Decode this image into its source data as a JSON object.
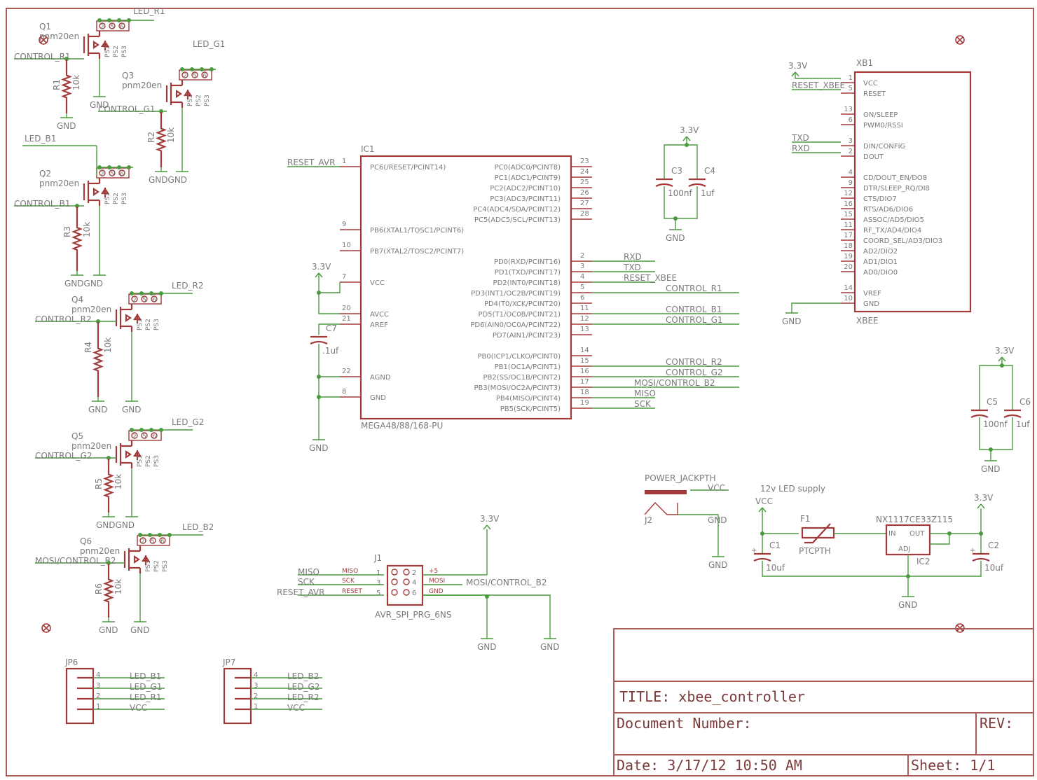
{
  "title_block": {
    "title": "TITLE: xbee_controller",
    "document_number": "Document Number:",
    "rev": "REV:",
    "date": "Date: 3/17/12 10:50 AM",
    "sheet": "Sheet: 1/1"
  },
  "mosfets": [
    {
      "ref": "Q1",
      "value": "pnm20en",
      "ctrl": "CONTROL_R1",
      "led": "LED_R1",
      "res": "R1",
      "rval": "10k"
    },
    {
      "ref": "Q3",
      "value": "pnm20en",
      "ctrl": "CONTROL_G1",
      "led": "LED_G1",
      "res": "R2",
      "rval": "10k"
    },
    {
      "ref": "Q2",
      "value": "pnm20en",
      "ctrl": "CONTROL_B1",
      "led": "LED_B1",
      "res": "R3",
      "rval": "10k"
    },
    {
      "ref": "Q4",
      "value": "pnm20en",
      "ctrl": "CONTROL_R2",
      "led": "LED_R2",
      "res": "R4",
      "rval": "10k"
    },
    {
      "ref": "Q5",
      "value": "pnm20en",
      "ctrl": "CONTROL_G2",
      "led": "LED_G2",
      "res": "R5",
      "rval": "10k"
    },
    {
      "ref": "Q6",
      "value": "pnm20en",
      "ctrl": "MOSI/CONTROL_B2",
      "led": "LED_B2",
      "res": "R6",
      "rval": "10k"
    }
  ],
  "fet_pins": [
    "2",
    "5",
    "6",
    "PS1",
    "PS2",
    "PS3"
  ],
  "gnd": "GND",
  "gndgnd": "GNDGND",
  "v33": "3.3V",
  "ic1": {
    "ref": "IC1",
    "part": "MEGA48/88/168-PU",
    "left": [
      {
        "num": "1",
        "name": "PC6(/RESET/PCINT14)",
        "net": "RESET_AVR"
      },
      {
        "num": "9",
        "name": "PB6(XTAL1/TOSC1/PCINT6)"
      },
      {
        "num": "10",
        "name": "PB7(XTAL2/TOSC2/PCINT7)"
      },
      {
        "num": "7",
        "name": "VCC"
      },
      {
        "num": "20",
        "name": "AVCC"
      },
      {
        "num": "21",
        "name": "AREF"
      },
      {
        "num": "22",
        "name": "AGND"
      },
      {
        "num": "8",
        "name": "GND"
      }
    ],
    "right": [
      {
        "num": "23",
        "name": "PC0(ADC0/PCINT8)",
        "net": ""
      },
      {
        "num": "24",
        "name": "PC1(ADC1/PCINT9)",
        "net": ""
      },
      {
        "num": "25",
        "name": "PC2(ADC2/PCINT10)",
        "net": ""
      },
      {
        "num": "26",
        "name": "PC3(ADC3/PCINT11)",
        "net": ""
      },
      {
        "num": "27",
        "name": "PC4(ADC4/SDA/PCINT12)",
        "net": ""
      },
      {
        "num": "28",
        "name": "PC5(ADC5/SCL/PCINT13)",
        "net": ""
      },
      {
        "num": "2",
        "name": "PD0(RXD/PCINT16)",
        "net": "RXD"
      },
      {
        "num": "3",
        "name": "PD1(TXD/PCINT17)",
        "net": "TXD"
      },
      {
        "num": "4",
        "name": "PD2(INT0/PCINT18)",
        "net": "RESET_XBEE"
      },
      {
        "num": "5",
        "name": "PD3(INT1/OC2B/PCINT19)",
        "net": "CONTROL_R1"
      },
      {
        "num": "6",
        "name": "PD4(T0/XCK/PCINT20)",
        "net": ""
      },
      {
        "num": "11",
        "name": "PD5(T1/OC0B/PCINT21)",
        "net": "CONTROL_B1"
      },
      {
        "num": "12",
        "name": "PD6(AIN0/OC0A/PCINT22)",
        "net": "CONTROL_G1"
      },
      {
        "num": "13",
        "name": "PD7(AIN1/PCINT23)",
        "net": ""
      },
      {
        "num": "14",
        "name": "PB0(ICP1/CLKO/PCINT0)",
        "net": ""
      },
      {
        "num": "15",
        "name": "PB1(OC1A/PCINT1)",
        "net": "CONTROL_R2"
      },
      {
        "num": "16",
        "name": "PB2(SS/OC1B/PCINT2)",
        "net": "CONTROL_G2"
      },
      {
        "num": "17",
        "name": "PB3(MOSI/OC2A/PCINT3)",
        "net": "MOSI/CONTROL_B2"
      },
      {
        "num": "18",
        "name": "PB4(MISO/PCINT4)",
        "net": "MISO"
      },
      {
        "num": "19",
        "name": "PB5(SCK/PCINT5)",
        "net": "SCK"
      }
    ]
  },
  "caps": {
    "c3": {
      "ref": "C3",
      "val": "100nf"
    },
    "c4": {
      "ref": "C4",
      "val": "1uf"
    },
    "c5": {
      "ref": "C5",
      "val": "100nf"
    },
    "c6": {
      "ref": "C6",
      "val": "1uf"
    },
    "c7": {
      "ref": "C7",
      "val": ".1uf"
    },
    "c1": {
      "ref": "C1",
      "val": "10uf"
    },
    "c2": {
      "ref": "C2",
      "val": "10uf"
    }
  },
  "xbee": {
    "ref": "XB1",
    "part": "XBEE",
    "pins": [
      {
        "num": "1",
        "name": "VCC"
      },
      {
        "num": "5",
        "name": "RESET",
        "net": "RESET_XBEE"
      },
      {
        "num": "13",
        "name": "ON/SLEEP"
      },
      {
        "num": "6",
        "name": "PWM0/RSSI"
      },
      {
        "num": "3",
        "name": "DIN/CONFIG",
        "net": "TXD"
      },
      {
        "num": "2",
        "name": "DOUT",
        "net": "RXD"
      },
      {
        "num": "4",
        "name": "CD/DOUT_EN/DO8"
      },
      {
        "num": "9",
        "name": "DTR/SLEEP_RQ/DI8"
      },
      {
        "num": "12",
        "name": "CTS/DIO7"
      },
      {
        "num": "16",
        "name": "RTS/AD6/DIO6"
      },
      {
        "num": "15",
        "name": "ASSOC/AD5/DIO5"
      },
      {
        "num": "11",
        "name": "RF_TX/AD4/DIO4"
      },
      {
        "num": "17",
        "name": "COORD_SEL/AD3/DIO3"
      },
      {
        "num": "18",
        "name": "AD2/DIO2"
      },
      {
        "num": "19",
        "name": "AD1/DIO1"
      },
      {
        "num": "20",
        "name": "AD0/DIO0"
      },
      {
        "num": "14",
        "name": "VREF"
      },
      {
        "num": "10",
        "name": "GND"
      }
    ]
  },
  "power": {
    "jack": "POWER_JACKPTH",
    "jref": "J2",
    "vcc": "VCC",
    "gnd": "GND",
    "supply": "12v LED supply",
    "fuse": "F1",
    "fuse_val": "PTCPTH",
    "reg": "NX1117CE33Z115",
    "reg_ref": "IC2",
    "reg_in": "IN",
    "reg_out": "OUT",
    "reg_adj": "ADJ"
  },
  "isp": {
    "ref": "J1",
    "part": "AVR_SPI_PRG_6NS",
    "left": [
      {
        "num": "1",
        "sig": "MISO",
        "net": "MISO"
      },
      {
        "num": "3",
        "sig": "SCK",
        "net": "SCK"
      },
      {
        "num": "5",
        "sig": "RESET",
        "net": "RESET_AVR"
      }
    ],
    "right": [
      {
        "num": "2",
        "sig": "+5"
      },
      {
        "num": "4",
        "sig": "MOSI",
        "net": "MOSI/CONTROL_B2"
      },
      {
        "num": "6",
        "sig": "GND"
      }
    ]
  },
  "headers": [
    {
      "ref": "JP6",
      "pins": [
        {
          "num": "4",
          "net": "LED_B1"
        },
        {
          "num": "3",
          "net": "LED_G1"
        },
        {
          "num": "2",
          "net": "LED_R1"
        },
        {
          "num": "1",
          "net": "VCC"
        }
      ]
    },
    {
      "ref": "JP7",
      "pins": [
        {
          "num": "4",
          "net": "LED_B2"
        },
        {
          "num": "3",
          "net": "LED_G2"
        },
        {
          "num": "2",
          "net": "LED_R2"
        },
        {
          "num": "1",
          "net": "VCC"
        }
      ]
    }
  ]
}
